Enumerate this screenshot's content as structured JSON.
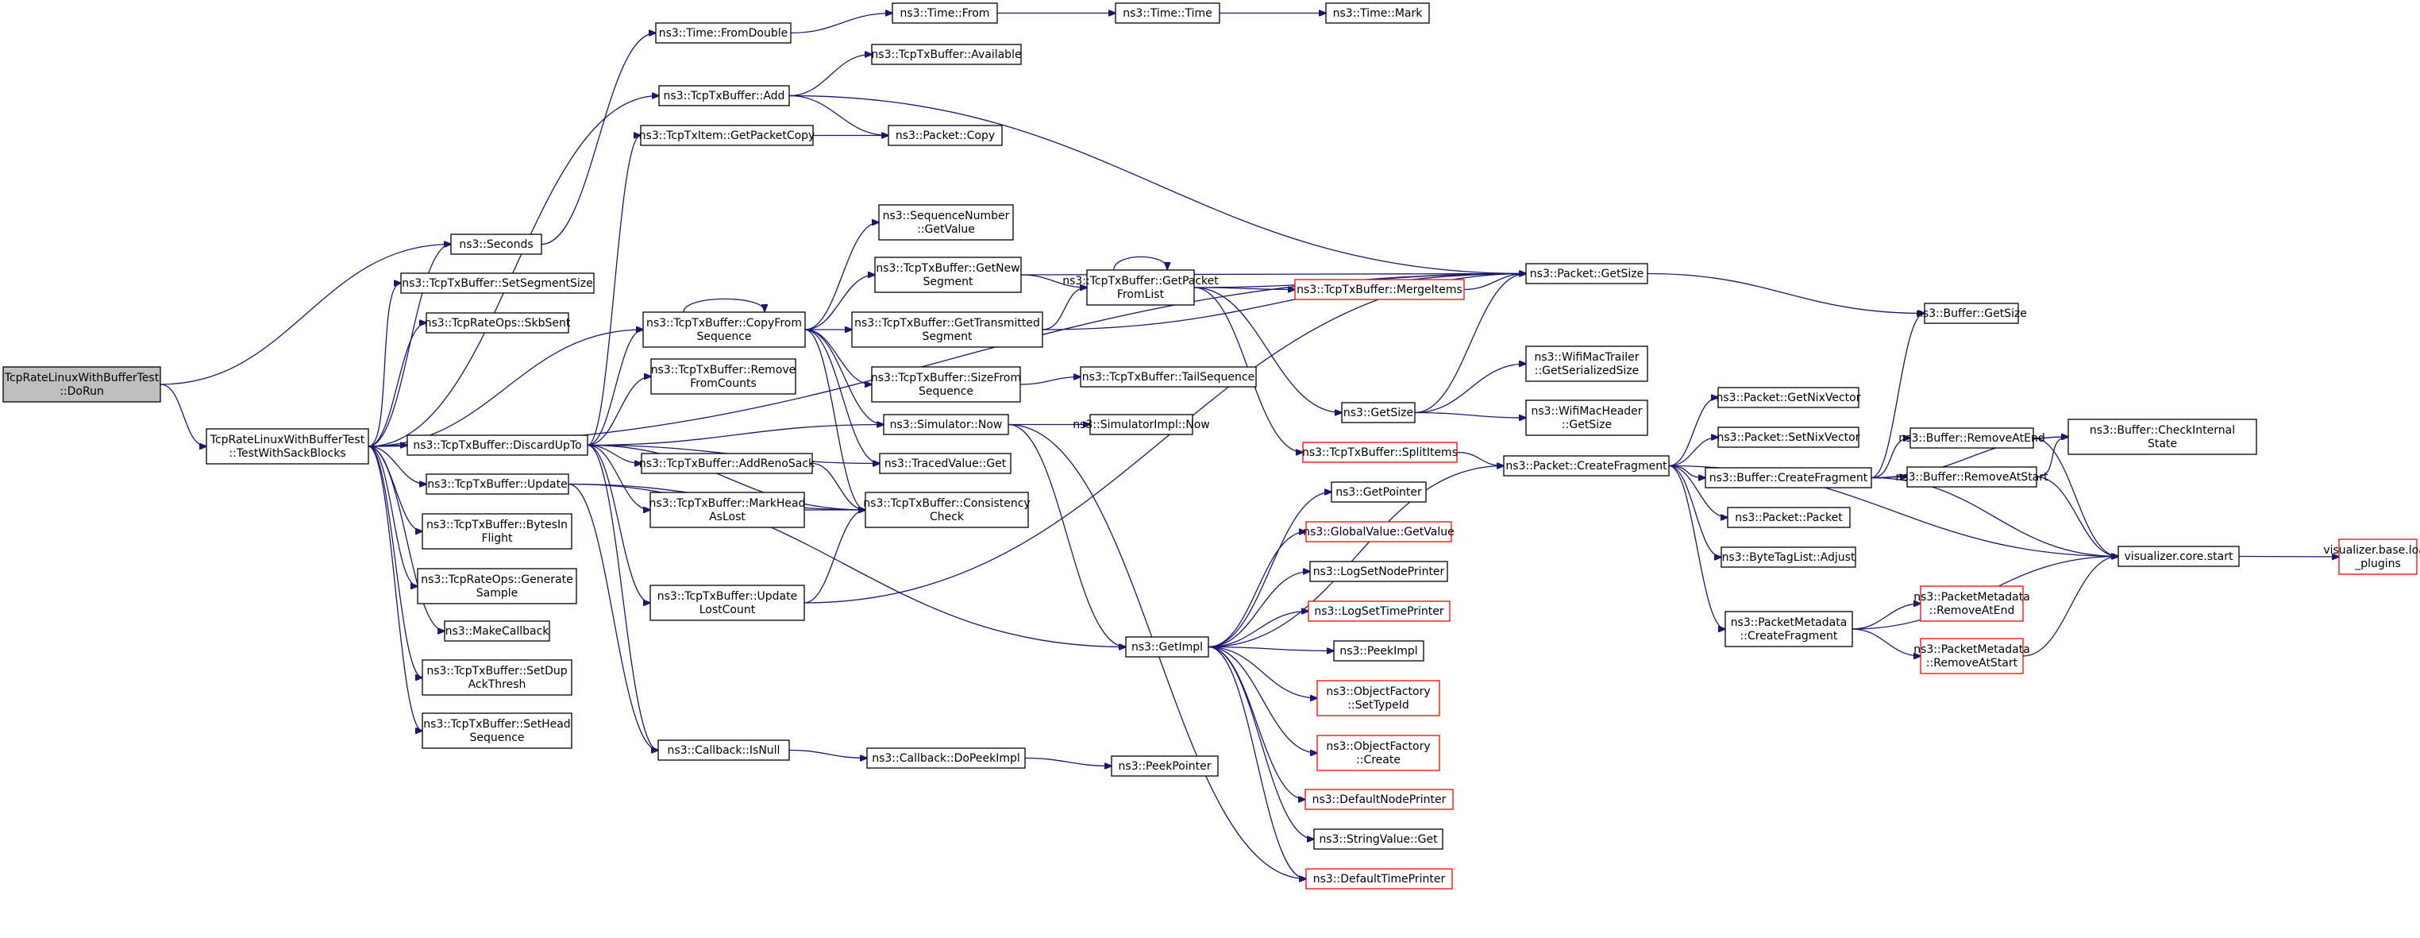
{
  "colors": {
    "edge": "#191970",
    "node_border": "#000000",
    "node_fill": "#ffffff",
    "root_fill": "#bfbfbf",
    "truncated_border": "#ff0000"
  },
  "nodes": [
    {
      "id": "doRun",
      "lines": [
        "TcpRateLinuxWithBufferTest",
        "::DoRun"
      ],
      "style": "root"
    },
    {
      "id": "testWithSack",
      "lines": [
        "TcpRateLinuxWithBufferTest",
        "::TestWithSackBlocks"
      ],
      "style": "normal"
    },
    {
      "id": "seconds",
      "lines": [
        "ns3::Seconds"
      ],
      "style": "normal"
    },
    {
      "id": "setSegSize",
      "lines": [
        "ns3::TcpTxBuffer::SetSegmentSize"
      ],
      "style": "normal"
    },
    {
      "id": "skbSent",
      "lines": [
        "ns3::TcpRateOps::SkbSent"
      ],
      "style": "normal"
    },
    {
      "id": "copyFrom",
      "lines": [
        "ns3::TcpTxBuffer::CopyFrom",
        "Sequence"
      ],
      "style": "normal"
    },
    {
      "id": "removeFromCounts",
      "lines": [
        "ns3::TcpTxBuffer::Remove",
        "FromCounts"
      ],
      "style": "normal"
    },
    {
      "id": "discardUpTo",
      "lines": [
        "ns3::TcpTxBuffer::DiscardUpTo"
      ],
      "style": "normal"
    },
    {
      "id": "update",
      "lines": [
        "ns3::TcpTxBuffer::Update"
      ],
      "style": "normal"
    },
    {
      "id": "bytesInFlight",
      "lines": [
        "ns3::TcpTxBuffer::BytesIn",
        "Flight"
      ],
      "style": "normal"
    },
    {
      "id": "generateSample",
      "lines": [
        "ns3::TcpRateOps::Generate",
        "Sample"
      ],
      "style": "normal"
    },
    {
      "id": "makeCallback",
      "lines": [
        "ns3::MakeCallback"
      ],
      "style": "normal"
    },
    {
      "id": "setDupAck",
      "lines": [
        "ns3::TcpTxBuffer::SetDup",
        "AckThresh"
      ],
      "style": "normal"
    },
    {
      "id": "setHeadSeq",
      "lines": [
        "ns3::TcpTxBuffer::SetHead",
        "Sequence"
      ],
      "style": "normal"
    },
    {
      "id": "timeFromDouble",
      "lines": [
        "ns3::Time::FromDouble"
      ],
      "style": "normal"
    },
    {
      "id": "timeFrom",
      "lines": [
        "ns3::Time::From"
      ],
      "style": "normal"
    },
    {
      "id": "timeTime",
      "lines": [
        "ns3::Time::Time"
      ],
      "style": "normal"
    },
    {
      "id": "timeMark",
      "lines": [
        "ns3::Time::Mark"
      ],
      "style": "normal"
    },
    {
      "id": "txAdd",
      "lines": [
        "ns3::TcpTxBuffer::Add"
      ],
      "style": "normal"
    },
    {
      "id": "available",
      "lines": [
        "ns3::TcpTxBuffer::Available"
      ],
      "style": "normal"
    },
    {
      "id": "getPacketCopy",
      "lines": [
        "ns3::TcpTxItem::GetPacketCopy"
      ],
      "style": "normal"
    },
    {
      "id": "packetCopy",
      "lines": [
        "ns3::Packet::Copy"
      ],
      "style": "normal"
    },
    {
      "id": "seqGetValue",
      "lines": [
        "ns3::SequenceNumber",
        "::GetValue"
      ],
      "style": "normal"
    },
    {
      "id": "getNewSegment",
      "lines": [
        "ns3::TcpTxBuffer::GetNew",
        "Segment"
      ],
      "style": "normal"
    },
    {
      "id": "getTransmitted",
      "lines": [
        "ns3::TcpTxBuffer::GetTransmitted",
        "Segment"
      ],
      "style": "normal"
    },
    {
      "id": "sizeFromSeq",
      "lines": [
        "ns3::TcpTxBuffer::SizeFrom",
        "Sequence"
      ],
      "style": "normal"
    },
    {
      "id": "simNow",
      "lines": [
        "ns3::Simulator::Now"
      ],
      "style": "normal"
    },
    {
      "id": "tracedGet",
      "lines": [
        "ns3::TracedValue::Get"
      ],
      "style": "normal"
    },
    {
      "id": "addRenoSack",
      "lines": [
        "ns3::TcpTxBuffer::AddRenoSack"
      ],
      "style": "normal"
    },
    {
      "id": "markHeadAsLost",
      "lines": [
        "ns3::TcpTxBuffer::MarkHead",
        "AsLost"
      ],
      "style": "normal"
    },
    {
      "id": "consistencyCheck",
      "lines": [
        "ns3::TcpTxBuffer::Consistency",
        "Check"
      ],
      "style": "normal"
    },
    {
      "id": "updateLostCount",
      "lines": [
        "ns3::TcpTxBuffer::Update",
        "LostCount"
      ],
      "style": "normal"
    },
    {
      "id": "callbackIsNull",
      "lines": [
        "ns3::Callback::IsNull"
      ],
      "style": "normal"
    },
    {
      "id": "doPeekImpl",
      "lines": [
        "ns3::Callback::DoPeekImpl"
      ],
      "style": "normal"
    },
    {
      "id": "peekPointer",
      "lines": [
        "ns3::PeekPointer"
      ],
      "style": "normal"
    },
    {
      "id": "getPacketFromList",
      "lines": [
        "ns3::TcpTxBuffer::GetPacket",
        "FromList"
      ],
      "style": "normal"
    },
    {
      "id": "tailSequence",
      "lines": [
        "ns3::TcpTxBuffer::TailSequence"
      ],
      "style": "normal"
    },
    {
      "id": "simImplNow",
      "lines": [
        "ns3::SimulatorImpl::Now"
      ],
      "style": "normal"
    },
    {
      "id": "mergeItems",
      "lines": [
        "ns3::TcpTxBuffer::MergeItems"
      ],
      "style": "truncated"
    },
    {
      "id": "packetGetSize",
      "lines": [
        "ns3::Packet::GetSize"
      ],
      "style": "normal"
    },
    {
      "id": "nsGetSize",
      "lines": [
        "ns3::GetSize"
      ],
      "style": "normal"
    },
    {
      "id": "splitItems",
      "lines": [
        "ns3::TcpTxBuffer::SplitItems"
      ],
      "style": "truncated"
    },
    {
      "id": "getImpl",
      "lines": [
        "ns3::GetImpl"
      ],
      "style": "normal"
    },
    {
      "id": "getPointer",
      "lines": [
        "ns3::GetPointer"
      ],
      "style": "normal"
    },
    {
      "id": "globalGetValue",
      "lines": [
        "ns3::GlobalValue::GetValue"
      ],
      "style": "truncated"
    },
    {
      "id": "logSetNodePrinter",
      "lines": [
        "ns3::LogSetNodePrinter"
      ],
      "style": "normal"
    },
    {
      "id": "logSetTimePrinter",
      "lines": [
        "ns3::LogSetTimePrinter"
      ],
      "style": "truncated"
    },
    {
      "id": "peekImpl",
      "lines": [
        "ns3::PeekImpl"
      ],
      "style": "normal"
    },
    {
      "id": "ofSetTypeId",
      "lines": [
        "ns3::ObjectFactory",
        "::SetTypeId"
      ],
      "style": "truncated"
    },
    {
      "id": "ofCreate",
      "lines": [
        "ns3::ObjectFactory",
        "::Create"
      ],
      "style": "truncated"
    },
    {
      "id": "defaultNodePrinter",
      "lines": [
        "ns3::DefaultNodePrinter"
      ],
      "style": "truncated"
    },
    {
      "id": "stringValueGet",
      "lines": [
        "ns3::StringValue::Get"
      ],
      "style": "normal"
    },
    {
      "id": "defaultTimePrinter",
      "lines": [
        "ns3::DefaultTimePrinter"
      ],
      "style": "truncated"
    },
    {
      "id": "wifiTrailer",
      "lines": [
        "ns3::WifiMacTrailer",
        "::GetSerializedSize"
      ],
      "style": "normal"
    },
    {
      "id": "wifiHeader",
      "lines": [
        "ns3::WifiMacHeader",
        "::GetSize"
      ],
      "style": "normal"
    },
    {
      "id": "createFragment",
      "lines": [
        "ns3::Packet::CreateFragment"
      ],
      "style": "normal"
    },
    {
      "id": "getNixVector",
      "lines": [
        "ns3::Packet::GetNixVector"
      ],
      "style": "normal"
    },
    {
      "id": "setNixVector",
      "lines": [
        "ns3::Packet::SetNixVector"
      ],
      "style": "normal"
    },
    {
      "id": "bufCreateFragment",
      "lines": [
        "ns3::Buffer::CreateFragment"
      ],
      "style": "normal"
    },
    {
      "id": "packetPacket",
      "lines": [
        "ns3::Packet::Packet"
      ],
      "style": "normal"
    },
    {
      "id": "byteTagAdjust",
      "lines": [
        "ns3::ByteTagList::Adjust"
      ],
      "style": "normal"
    },
    {
      "id": "pmCreateFragment",
      "lines": [
        "ns3::PacketMetadata",
        "::CreateFragment"
      ],
      "style": "normal"
    },
    {
      "id": "bufGetSize",
      "lines": [
        "ns3::Buffer::GetSize"
      ],
      "style": "normal"
    },
    {
      "id": "bufRemoveAtEnd",
      "lines": [
        "ns3::Buffer::RemoveAtEnd"
      ],
      "style": "normal"
    },
    {
      "id": "bufRemoveAtStart",
      "lines": [
        "ns3::Buffer::RemoveAtStart"
      ],
      "style": "normal"
    },
    {
      "id": "checkInternal",
      "lines": [
        "ns3::Buffer::CheckInternal",
        "State"
      ],
      "style": "normal"
    },
    {
      "id": "pmRemoveAtEnd",
      "lines": [
        "ns3::PacketMetadata",
        "::RemoveAtEnd"
      ],
      "style": "truncated"
    },
    {
      "id": "pmRemoveAtStart",
      "lines": [
        "ns3::PacketMetadata",
        "::RemoveAtStart"
      ],
      "style": "truncated"
    },
    {
      "id": "visStart",
      "lines": [
        "visualizer.core.start"
      ],
      "style": "normal"
    },
    {
      "id": "visLoad",
      "lines": [
        "visualizer.base.load",
        "_plugins"
      ],
      "style": "truncated"
    }
  ],
  "edges": [
    [
      "doRun",
      "seconds"
    ],
    [
      "doRun",
      "testWithSack"
    ],
    [
      "testWithSack",
      "seconds"
    ],
    [
      "testWithSack",
      "setSegSize"
    ],
    [
      "testWithSack",
      "skbSent"
    ],
    [
      "testWithSack",
      "copyFrom"
    ],
    [
      "testWithSack",
      "discardUpTo"
    ],
    [
      "testWithSack",
      "update"
    ],
    [
      "testWithSack",
      "bytesInFlight"
    ],
    [
      "testWithSack",
      "generateSample"
    ],
    [
      "testWithSack",
      "makeCallback"
    ],
    [
      "testWithSack",
      "setDupAck"
    ],
    [
      "testWithSack",
      "setHeadSeq"
    ],
    [
      "testWithSack",
      "txAdd"
    ],
    [
      "testWithSack",
      "packetGetSize"
    ],
    [
      "seconds",
      "timeFromDouble"
    ],
    [
      "timeFromDouble",
      "timeFrom"
    ],
    [
      "timeFrom",
      "timeTime"
    ],
    [
      "timeTime",
      "timeMark"
    ],
    [
      "txAdd",
      "available"
    ],
    [
      "txAdd",
      "packetCopy"
    ],
    [
      "txAdd",
      "packetGetSize"
    ],
    [
      "getPacketCopy",
      "packetCopy"
    ],
    [
      "copyFrom",
      "copyFrom"
    ],
    [
      "copyFrom",
      "seqGetValue"
    ],
    [
      "copyFrom",
      "getNewSegment"
    ],
    [
      "copyFrom",
      "getTransmitted"
    ],
    [
      "copyFrom",
      "sizeFromSeq"
    ],
    [
      "copyFrom",
      "simNow"
    ],
    [
      "copyFrom",
      "tracedGet"
    ],
    [
      "copyFrom",
      "consistencyCheck"
    ],
    [
      "discardUpTo",
      "copyFrom"
    ],
    [
      "discardUpTo",
      "getPacketCopy"
    ],
    [
      "discardUpTo",
      "removeFromCounts"
    ],
    [
      "discardUpTo",
      "addRenoSack"
    ],
    [
      "discardUpTo",
      "markHeadAsLost"
    ],
    [
      "discardUpTo",
      "consistencyCheck"
    ],
    [
      "discardUpTo",
      "updateLostCount"
    ],
    [
      "discardUpTo",
      "callbackIsNull"
    ],
    [
      "discardUpTo",
      "tracedGet"
    ],
    [
      "discardUpTo",
      "simNow"
    ],
    [
      "update",
      "consistencyCheck"
    ],
    [
      "update",
      "callbackIsNull"
    ],
    [
      "update",
      "getImpl"
    ],
    [
      "markHeadAsLost",
      "consistencyCheck"
    ],
    [
      "addRenoSack",
      "consistencyCheck"
    ],
    [
      "updateLostCount",
      "consistencyCheck"
    ],
    [
      "updateLostCount",
      "packetGetSize"
    ],
    [
      "getNewSegment",
      "getPacketFromList"
    ],
    [
      "getNewSegment",
      "packetGetSize"
    ],
    [
      "getTransmitted",
      "getPacketFromList"
    ],
    [
      "getTransmitted",
      "packetGetSize"
    ],
    [
      "getPacketFromList",
      "getPacketFromList"
    ],
    [
      "getPacketFromList",
      "mergeItems"
    ],
    [
      "getPacketFromList",
      "packetGetSize"
    ],
    [
      "getPacketFromList",
      "nsGetSize"
    ],
    [
      "getPacketFromList",
      "splitItems"
    ],
    [
      "mergeItems",
      "packetGetSize"
    ],
    [
      "sizeFromSeq",
      "tailSequence"
    ],
    [
      "simNow",
      "simImplNow"
    ],
    [
      "simNow",
      "getImpl"
    ],
    [
      "simNow",
      "defaultTimePrinter"
    ],
    [
      "callbackIsNull",
      "doPeekImpl"
    ],
    [
      "doPeekImpl",
      "peekPointer"
    ],
    [
      "nsGetSize",
      "packetGetSize"
    ],
    [
      "nsGetSize",
      "wifiTrailer"
    ],
    [
      "nsGetSize",
      "wifiHeader"
    ],
    [
      "splitItems",
      "createFragment"
    ],
    [
      "packetGetSize",
      "bufGetSize"
    ],
    [
      "getImpl",
      "getPointer"
    ],
    [
      "getImpl",
      "globalGetValue"
    ],
    [
      "getImpl",
      "logSetNodePrinter"
    ],
    [
      "getImpl",
      "logSetTimePrinter"
    ],
    [
      "getImpl",
      "peekImpl"
    ],
    [
      "getImpl",
      "ofSetTypeId"
    ],
    [
      "getImpl",
      "ofCreate"
    ],
    [
      "getImpl",
      "defaultNodePrinter"
    ],
    [
      "getImpl",
      "stringValueGet"
    ],
    [
      "getImpl",
      "defaultTimePrinter"
    ],
    [
      "getImpl",
      "createFragment"
    ],
    [
      "createFragment",
      "getNixVector"
    ],
    [
      "createFragment",
      "setNixVector"
    ],
    [
      "createFragment",
      "bufCreateFragment"
    ],
    [
      "createFragment",
      "packetPacket"
    ],
    [
      "createFragment",
      "byteTagAdjust"
    ],
    [
      "createFragment",
      "pmCreateFragment"
    ],
    [
      "createFragment",
      "visStart"
    ],
    [
      "bufCreateFragment",
      "bufGetSize"
    ],
    [
      "bufCreateFragment",
      "bufRemoveAtEnd"
    ],
    [
      "bufCreateFragment",
      "bufRemoveAtStart"
    ],
    [
      "bufCreateFragment",
      "checkInternal"
    ],
    [
      "bufCreateFragment",
      "visStart"
    ],
    [
      "bufRemoveAtEnd",
      "checkInternal"
    ],
    [
      "bufRemoveAtStart",
      "checkInternal"
    ],
    [
      "bufRemoveAtEnd",
      "visStart"
    ],
    [
      "bufRemoveAtStart",
      "visStart"
    ],
    [
      "pmCreateFragment",
      "pmRemoveAtEnd"
    ],
    [
      "pmCreateFragment",
      "pmRemoveAtStart"
    ],
    [
      "pmCreateFragment",
      "visStart"
    ],
    [
      "pmRemoveAtStart",
      "visStart"
    ],
    [
      "visStart",
      "visLoad"
    ]
  ]
}
